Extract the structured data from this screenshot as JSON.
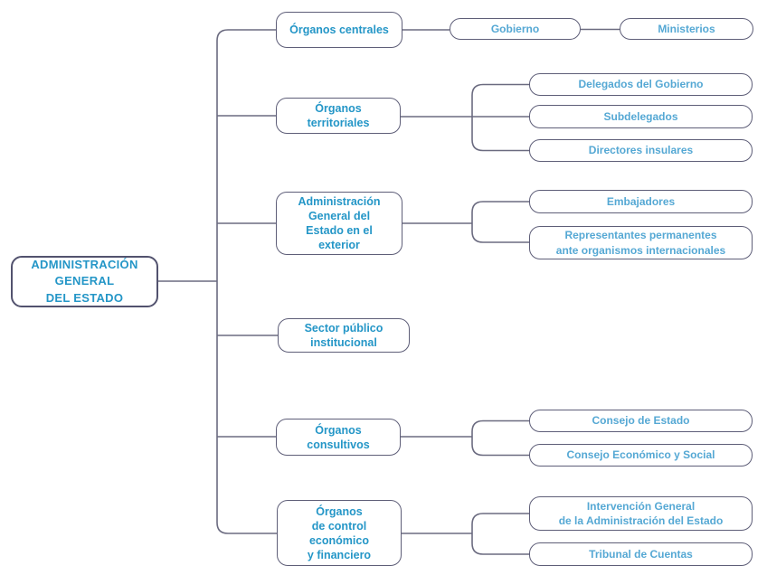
{
  "colors": {
    "parent_text": "#2496c7",
    "child_text": "#55a8d4",
    "box_border": "#5e5e78",
    "root_border": "#52526e",
    "line": "#6b6b80"
  },
  "diagram": {
    "root": {
      "label": "ADMINISTRACIÓN\nGENERAL\nDEL ESTADO"
    },
    "branches": [
      {
        "label": "Órganos centrales",
        "chain": [
          "Gobierno",
          "Ministerios"
        ]
      },
      {
        "label": "Órganos\nterritoriales",
        "children": [
          "Delegados del Gobierno",
          "Subdelegados",
          "Directores insulares"
        ]
      },
      {
        "label": "Administración\nGeneral del\nEstado en el\nexterior",
        "children": [
          "Embajadores",
          "Representantes permanentes\nante organismos internacionales"
        ]
      },
      {
        "label": "Sector público\ninstitucional",
        "children": []
      },
      {
        "label": "Órganos\nconsultivos",
        "children": [
          "Consejo de Estado",
          "Consejo Económico y Social"
        ]
      },
      {
        "label": "Órganos\nde control\neconómico\ny financiero",
        "children": [
          "Intervención General\nde la Administración del Estado",
          "Tribunal de Cuentas"
        ]
      }
    ]
  }
}
